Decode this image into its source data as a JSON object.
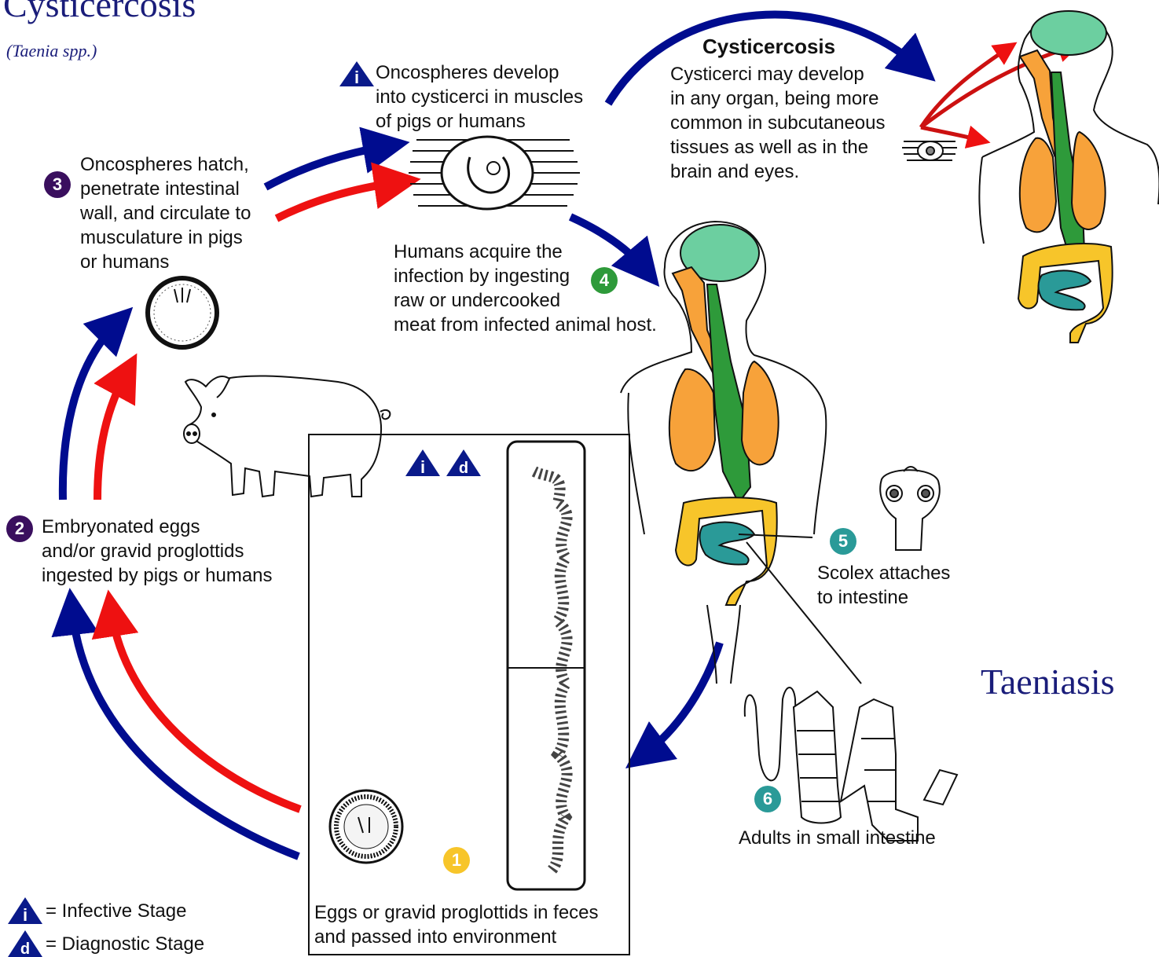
{
  "titles": {
    "cysticercosis": "Cysticercosis",
    "species": "(Taenia spp.)",
    "taeniasis": "Taeniasis"
  },
  "steps": {
    "s1": {
      "number": "1",
      "text": "Eggs or gravid proglottids in feces\nand passed into environment"
    },
    "s2": {
      "number": "2",
      "text": "Embryonated eggs\nand/or gravid proglottids\ningested by pigs or humans"
    },
    "s3": {
      "number": "3",
      "text": "Oncospheres hatch,\npenetrate intestinal\nwall, and circulate to\nmusculature in pigs\nor humans"
    },
    "s4": {
      "number": "4",
      "text": "Humans acquire the\ninfection by ingesting\nraw or undercooked\nmeat from infected animal host."
    },
    "s5": {
      "number": "5",
      "text": "Scolex attaches\nto intestine"
    },
    "s6": {
      "number": "6",
      "text": "Adults in small intestine"
    },
    "oncosphere": {
      "text": "Oncospheres develop\ninto cysticerci in muscles\nof pigs or humans"
    },
    "cyst_heading": "Cysticercosis",
    "cyst_text": "Cysticerci may develop\nin any organ, being more\ncommon in subcutaneous\ntissues as well as in the\nbrain and eyes."
  },
  "stage_icons": {
    "infective": "i",
    "diagnostic": "d"
  },
  "legend": {
    "infective": "= Infective Stage",
    "diagnostic": "= Diagnostic Stage"
  },
  "colors": {
    "title_blue": "#1a1d7a",
    "arrow_blue": "#000c8f",
    "arrow_red": "#ee1111",
    "badge_purple": "#3a0f5e",
    "badge_green": "#2e9a3a",
    "badge_teal": "#2a9a98",
    "badge_yellow": "#f7c52a",
    "brain": "#6ccfa0",
    "lungs": "#f7a23a",
    "gi_green": "#2e9a3a",
    "colon": "#f7c52a",
    "small_intestine": "#2a9a98"
  }
}
